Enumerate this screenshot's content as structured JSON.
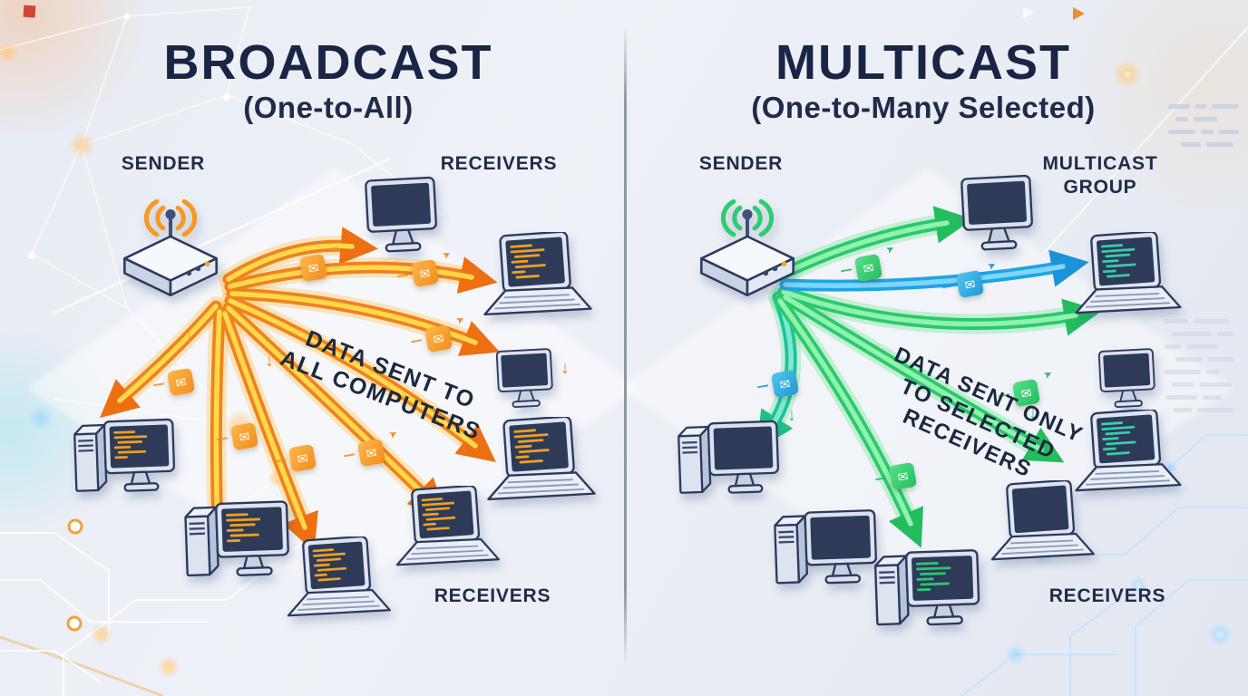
{
  "left_panel": {
    "title": "BROADCAST",
    "subtitle": "(One-to-All)",
    "sender_label": "SENDER",
    "receivers_top_label": "RECEIVERS",
    "receivers_bottom_label": "RECEIVERS",
    "annotation": {
      "line1": "DATA SENT TO",
      "line2": "ALL COMPUTERS"
    },
    "arrow_color": "#f0821e",
    "arrow_core_color": "#ffd84d",
    "packet_color": "#f59a23",
    "screen_code_color": "#f5a623"
  },
  "right_panel": {
    "title": "MULTICAST",
    "subtitle": "(One-to-Many Selected)",
    "sender_label": "SENDER",
    "group_label": {
      "line1": "MULTICAST",
      "line2": "GROUP"
    },
    "receivers_bottom_label": "RECEIVERS",
    "annotation": {
      "line1": "DATA SENT ONLY",
      "line2": "TO SELECTED",
      "line3": "RECEIVERS"
    },
    "arrow_color": "#2bc96a",
    "alt_arrow_color": "#1ea4e4",
    "packet_colors": [
      "#23bd5f",
      "#1d9ad6"
    ],
    "screen_code_color": "#3bd3ad"
  },
  "icons": {
    "packet_glyph": "✉",
    "speed_arrow": "➤",
    "down_arrow": "↓"
  },
  "colors": {
    "title_navy": "#1a2545",
    "label_navy": "#222c48",
    "background": "#e9edf4",
    "screen_navy": "#2d3a58"
  }
}
